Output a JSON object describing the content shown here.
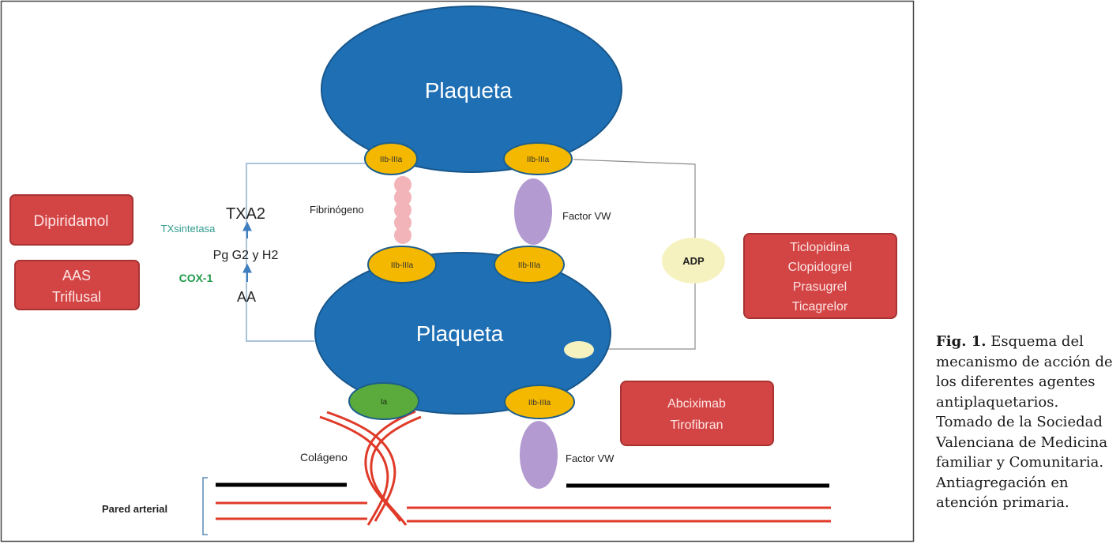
{
  "diagram": {
    "platelet_top": "Plaqueta",
    "platelet_bottom": "Plaqueta",
    "receptor_label": "IIb-IIIa",
    "collagen_receptor_label": "Ia",
    "fibrinogen_label": "Fibrinógeno",
    "factor_vw_label": "Factor VW",
    "adp_label": "ADP",
    "txa2_label": "TXA2",
    "txsynthase_label": "TXsintetasa",
    "pg_label": "Pg G2 y H2",
    "cox1_label": "COX-1",
    "aa_label": "AA",
    "collagen_label": "Colágeno",
    "arterial_wall_label": "Pared arterial",
    "drugs": {
      "dipiridamol": "Dipiridamol",
      "aas_line1": "AAS",
      "aas_line2": "Triflusal",
      "p2y12_line1": "Ticlopidina",
      "p2y12_line2": "Clopidogrel",
      "p2y12_line3": "Prasugrel",
      "p2y12_line4": "Ticagrelor",
      "gp_line1": "Abciximab",
      "gp_line2": "Tirofibran"
    },
    "colors": {
      "platelet": "#1f6fb4",
      "receptor": "#f5b800",
      "collagen_receptor": "#5aaa3c",
      "drug_box": "#d34545",
      "factor_vw": "#b39ad0",
      "fibrinogen": "#f2b4b8",
      "adp": "#f6f2c0",
      "collagen": "#e03a28",
      "pathway_line": "#8fb0cf",
      "txsynthase": "#2e9b8c",
      "cox1": "#1f9a4a"
    }
  },
  "caption": {
    "label": "Fig. 1.",
    "text": "Esquema del mecanismo de acción de los diferentes agentes antiplaquetarios. Tomado de la Sociedad Valenciana de Medicina familiar y Comunitaria. Antiagregación en atención primaria."
  }
}
